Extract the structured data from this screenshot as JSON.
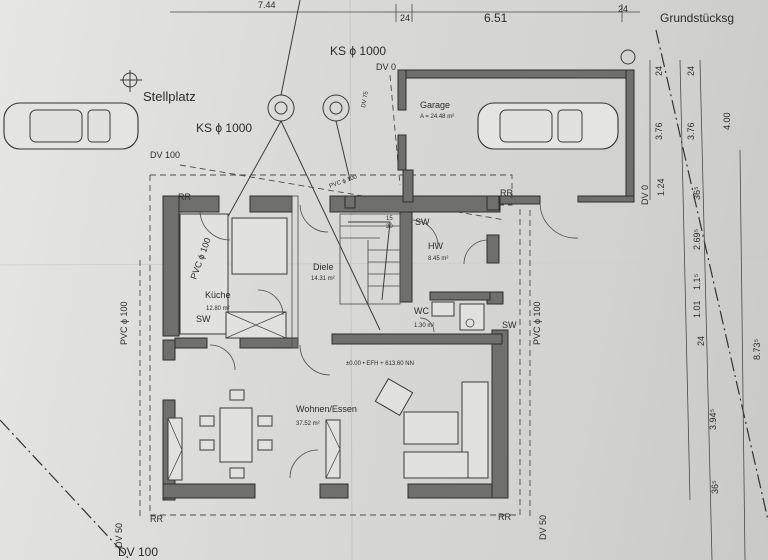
{
  "plan": {
    "top_dims": {
      "d1": "7.44",
      "d2": "24",
      "d3": "6.51",
      "d4": "24"
    },
    "street_label": "Grundstücksg",
    "stellplatz": "Stellplatz",
    "ks_top": "KS ϕ 1000",
    "ks_left": "KS ϕ 1000",
    "dv0_a": "DV 0",
    "dv0_b": "DV 0",
    "dv75": "DV 75",
    "dv100_left": "DV 100",
    "dv100_bottom": "DV 100",
    "dv50_left": "DV 50",
    "dv50_right": "DV 50",
    "pvc100_a": "PVC ϕ 100",
    "pvc100_b": "PVC ϕ 100",
    "pvc100_c": "PVC ϕ 100",
    "pvc100_d": "PVC ϕ 100",
    "rooms": {
      "garage": {
        "name": "Garage",
        "area": "A = 24.48 m²"
      },
      "diele": {
        "name": "Diele",
        "area": "14.31 m²"
      },
      "hw": {
        "name": "HW",
        "area": "8.45 m²"
      },
      "kueche": {
        "name": "Küche",
        "area": "12.80 m²"
      },
      "wc": {
        "name": "WC",
        "area": "1.30 m²"
      },
      "wohnen": {
        "name": "Wohnen/Essen",
        "area": "37.52 m²"
      }
    },
    "level_note": "±0.00 • EFH + 613.60 NN",
    "sw": "SW",
    "rr": "RR",
    "right_dims": [
      "24",
      "3.76",
      "24",
      "4.00",
      "3.76",
      "1.24",
      "36⁵",
      "2.69⁵",
      "1.01",
      "1.1⁵",
      "24",
      "8.73⁵",
      "3.94⁵",
      "36⁵"
    ],
    "small_dims": [
      "15",
      "30"
    ]
  }
}
